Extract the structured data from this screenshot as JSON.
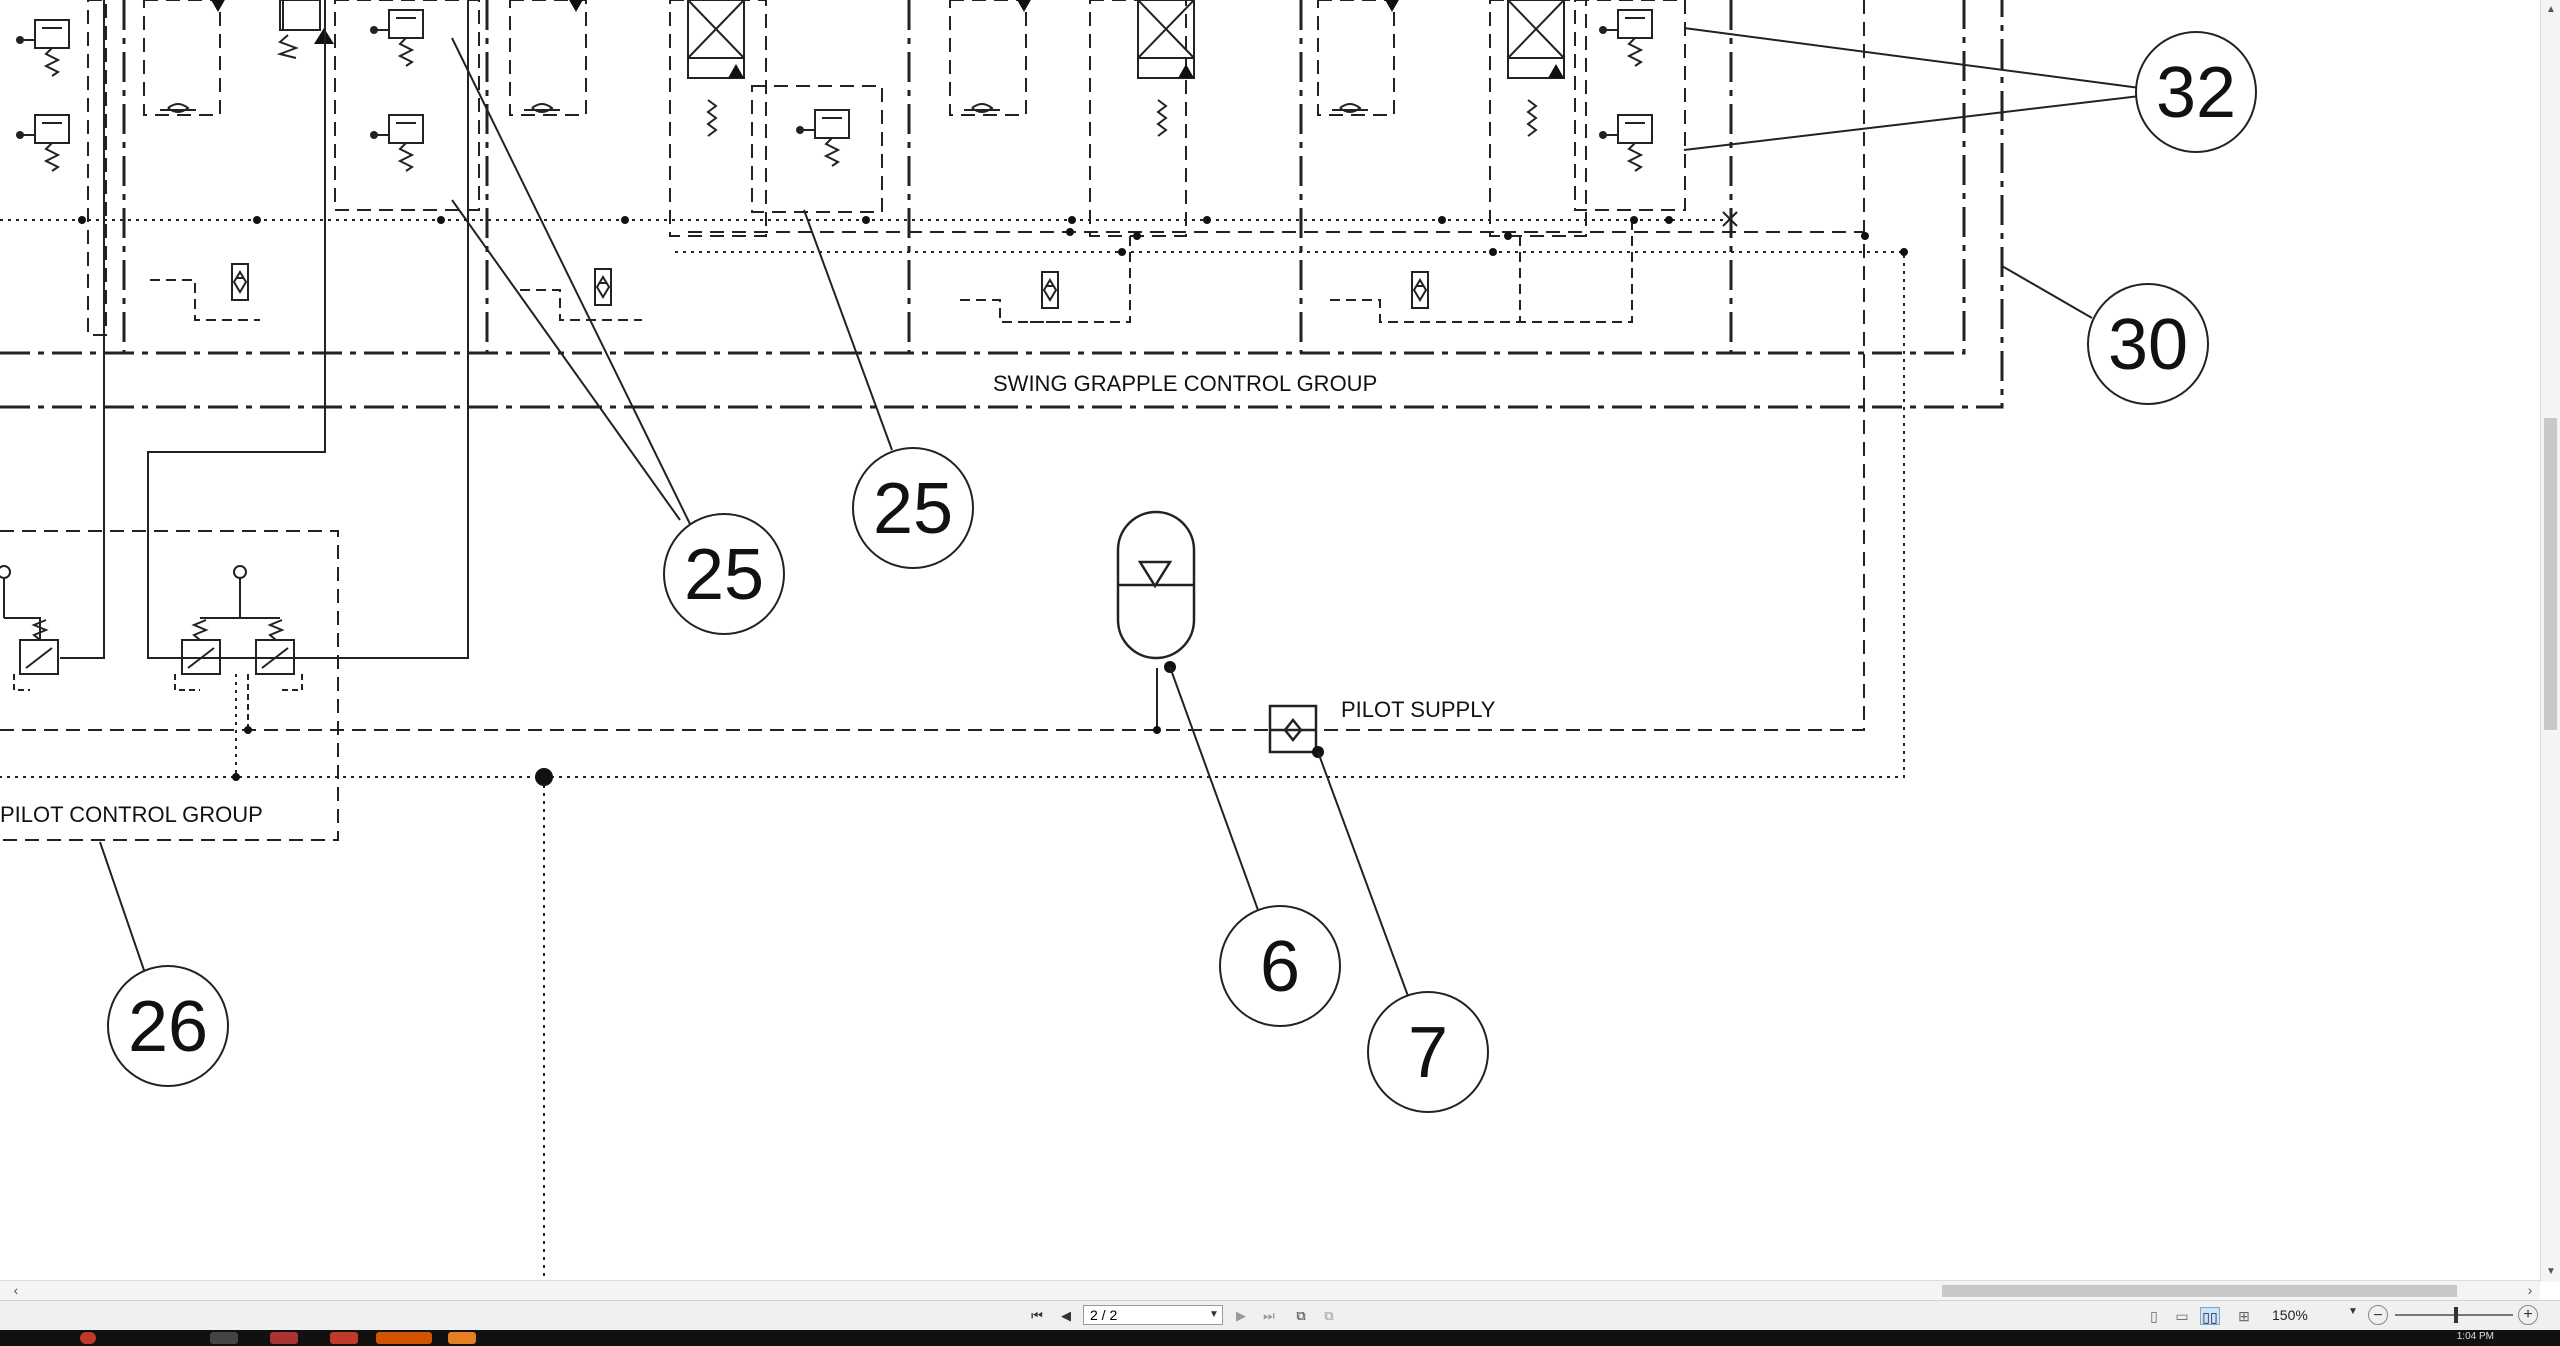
{
  "diagram": {
    "group_labels": {
      "swing_grapple": "SWING GRAPPLE CONTROL GROUP",
      "pilot_control": "PILOT CONTROL GROUP",
      "pilot_supply": "PILOT SUPPLY"
    },
    "callouts": [
      "32",
      "30",
      "25",
      "25",
      "6",
      "7",
      "26"
    ]
  },
  "viewer": {
    "page_field": "2 / 2",
    "zoom": "150%",
    "clock": "1:04 PM"
  },
  "icons": {
    "first_page": "first-page-icon",
    "prev_page": "prev-page-icon",
    "next_page": "next-page-icon",
    "last_page": "last-page-icon"
  },
  "colors": {
    "taskbar": "#111111",
    "active_view": "#cfe3f7"
  }
}
